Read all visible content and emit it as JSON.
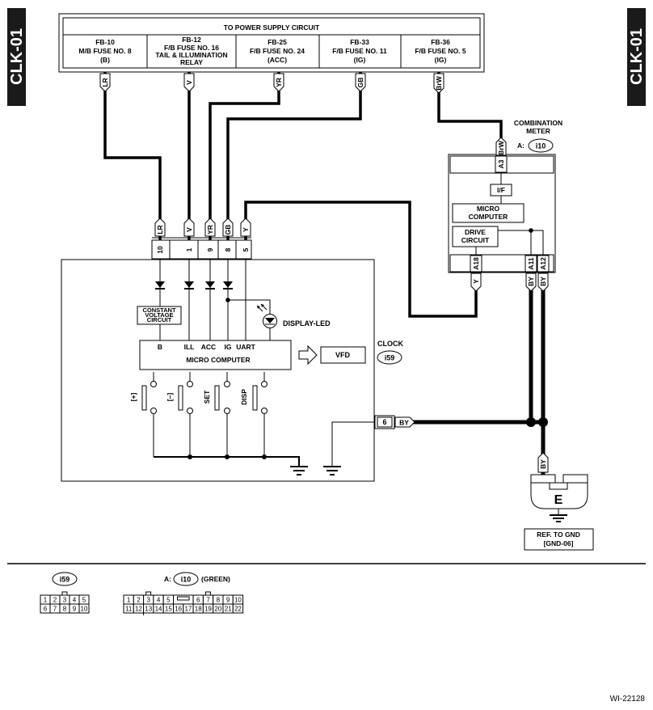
{
  "side_tab": {
    "left": "CLK-01",
    "right": "CLK-01"
  },
  "power_supply": {
    "title": "TO POWER SUPPLY CIRCUIT",
    "fuses": [
      {
        "id": "FB-10",
        "lines": [
          "M/B FUSE NO. 8",
          "(B)"
        ]
      },
      {
        "id": "FB-12",
        "lines": [
          "F/B FUSE NO. 16",
          "TAIL & ILLUMINATION",
          "RELAY"
        ]
      },
      {
        "id": "FB-25",
        "lines": [
          "F/B FUSE NO. 24",
          "(ACC)"
        ]
      },
      {
        "id": "FB-33",
        "lines": [
          "F/B FUSE NO. 11",
          "(IG)"
        ]
      },
      {
        "id": "FB-36",
        "lines": [
          "F/B FUSE NO. 5",
          "(IG)"
        ]
      }
    ]
  },
  "wires": {
    "top": [
      "LR",
      "V",
      "YR",
      "GB",
      "BrW"
    ],
    "clock_in": [
      "LR",
      "V",
      "YR",
      "GB",
      "Y"
    ],
    "clock_pins": [
      "10",
      "1",
      "9",
      "8",
      "5"
    ],
    "meter_in": "BrW",
    "meter_out": [
      "Y",
      "BY",
      "BY"
    ],
    "meter_pins": [
      "A18",
      "A11",
      "A12"
    ],
    "clock_out_pin": "6",
    "clock_out_wire": "BY",
    "ground_wire": "BY"
  },
  "combination_meter": {
    "title_lines": [
      "COMBINATION",
      "METER"
    ],
    "connector_prefix": "A:",
    "connector": "i10",
    "pin_in": "A3",
    "if_label": "I/F",
    "micro_lines": [
      "MICRO",
      "COMPUTER"
    ],
    "drive_lines": [
      "DRIVE",
      "CIRCUIT"
    ]
  },
  "clock": {
    "title": "CLOCK",
    "connector": "i59",
    "constant_voltage_lines": [
      "CONSTANT",
      "VOLTAGE",
      "CIRCUIT"
    ],
    "display_led": "DISPLAY-LED",
    "micro_inputs": [
      "B",
      "ILL",
      "ACC",
      "IG",
      "UART"
    ],
    "micro_label": "MICRO COMPUTER",
    "vfd": "VFD",
    "switches": [
      "[+]",
      "[–]",
      "SET",
      "DISP"
    ]
  },
  "ground": {
    "label": "E",
    "ref_lines": [
      "REF. TO GND",
      "[GND-06]"
    ]
  },
  "connectors": {
    "i59": {
      "label": "i59",
      "rows": [
        [
          "1",
          "2",
          "3",
          "4",
          "5"
        ],
        [
          "6",
          "7",
          "8",
          "9",
          "10"
        ]
      ]
    },
    "i10": {
      "prefix": "A:",
      "label": "i10",
      "suffix": "(GREEN)",
      "rows": [
        [
          "1",
          "2",
          "3",
          "4",
          "5",
          "",
          "6",
          "7",
          "8",
          "9",
          "10"
        ],
        [
          "11",
          "12",
          "13",
          "14",
          "15",
          "16",
          "17",
          "18",
          "19",
          "20",
          "21",
          "22"
        ]
      ]
    }
  },
  "doc_code": "WI-22128"
}
